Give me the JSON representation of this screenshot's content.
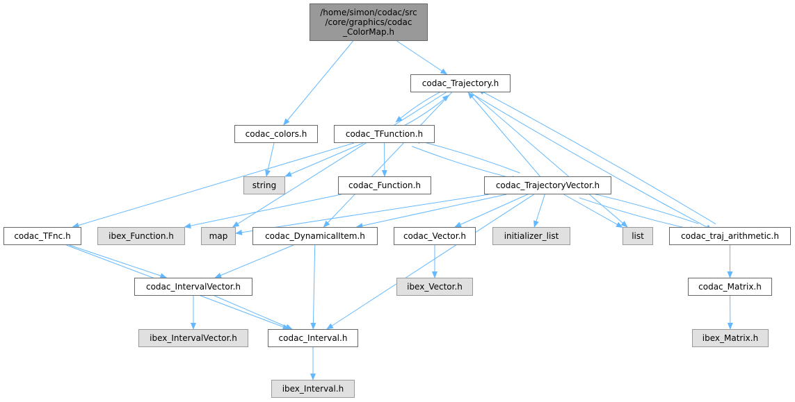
{
  "colors": {
    "edge": "#63b8ff",
    "root_fill": "#999999",
    "external_fill": "#e0e0e0",
    "node_border": "#666666"
  },
  "nodes": {
    "root": {
      "label": "/home/simon/codac/src\n/core/graphics/codac\n_ColorMap.h",
      "kind": "root"
    },
    "trajectory": {
      "label": "codac_Trajectory.h",
      "kind": "normal"
    },
    "colors_h": {
      "label": "codac_colors.h",
      "kind": "normal"
    },
    "tfunction": {
      "label": "codac_TFunction.h",
      "kind": "normal"
    },
    "string": {
      "label": "string",
      "kind": "external"
    },
    "function": {
      "label": "codac_Function.h",
      "kind": "normal"
    },
    "trajvector": {
      "label": "codac_TrajectoryVector.h",
      "kind": "normal"
    },
    "tfnc": {
      "label": "codac_TFnc.h",
      "kind": "normal"
    },
    "ibex_function": {
      "label": "ibex_Function.h",
      "kind": "external"
    },
    "map": {
      "label": "map",
      "kind": "external"
    },
    "dynitem": {
      "label": "codac_DynamicalItem.h",
      "kind": "normal"
    },
    "vector": {
      "label": "codac_Vector.h",
      "kind": "normal"
    },
    "init_list": {
      "label": "initializer_list",
      "kind": "external"
    },
    "list": {
      "label": "list",
      "kind": "external"
    },
    "traj_arith": {
      "label": "codac_traj_arithmetic.h",
      "kind": "normal"
    },
    "ibex_vector": {
      "label": "ibex_Vector.h",
      "kind": "external"
    },
    "matrix": {
      "label": "codac_Matrix.h",
      "kind": "normal"
    },
    "intervalvector": {
      "label": "codac_IntervalVector.h",
      "kind": "normal"
    },
    "ibex_intervalvector": {
      "label": "ibex_IntervalVector.h",
      "kind": "external"
    },
    "interval": {
      "label": "codac_Interval.h",
      "kind": "normal"
    },
    "ibex_matrix": {
      "label": "ibex_Matrix.h",
      "kind": "external"
    },
    "ibex_interval": {
      "label": "ibex_Interval.h",
      "kind": "external"
    }
  },
  "edges": [
    [
      "root",
      "trajectory"
    ],
    [
      "root",
      "colors_h"
    ],
    [
      "trajectory",
      "map"
    ],
    [
      "trajectory",
      "tfunction"
    ],
    [
      "trajectory",
      "dynitem"
    ],
    [
      "trajectory",
      "list"
    ],
    [
      "trajectory",
      "traj_arith"
    ],
    [
      "colors_h",
      "string"
    ],
    [
      "tfunction",
      "trajectory"
    ],
    [
      "tfunction",
      "string"
    ],
    [
      "tfunction",
      "function"
    ],
    [
      "tfunction",
      "trajvector"
    ],
    [
      "tfunction",
      "tfnc"
    ],
    [
      "function",
      "ibex_function"
    ],
    [
      "trajvector",
      "trajectory"
    ],
    [
      "trajvector",
      "tfunction"
    ],
    [
      "trajvector",
      "map"
    ],
    [
      "trajvector",
      "dynitem"
    ],
    [
      "trajvector",
      "vector"
    ],
    [
      "trajvector",
      "init_list"
    ],
    [
      "trajvector",
      "list"
    ],
    [
      "trajvector",
      "traj_arith"
    ],
    [
      "trajvector",
      "interval"
    ],
    [
      "traj_arith",
      "trajectory"
    ],
    [
      "traj_arith",
      "trajvector"
    ],
    [
      "traj_arith",
      "matrix"
    ],
    [
      "tfnc",
      "intervalvector"
    ],
    [
      "tfnc",
      "interval"
    ],
    [
      "dynitem",
      "intervalvector"
    ],
    [
      "dynitem",
      "interval"
    ],
    [
      "vector",
      "ibex_vector"
    ],
    [
      "matrix",
      "ibex_matrix"
    ],
    [
      "intervalvector",
      "ibex_intervalvector"
    ],
    [
      "intervalvector",
      "interval"
    ],
    [
      "interval",
      "ibex_interval"
    ]
  ]
}
